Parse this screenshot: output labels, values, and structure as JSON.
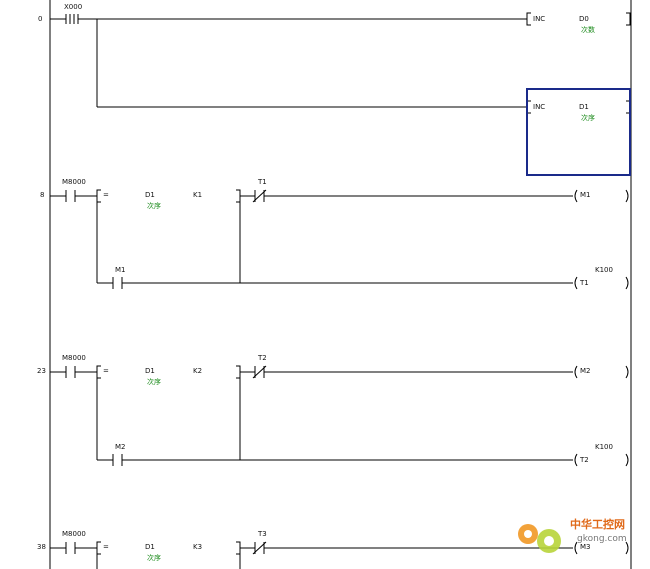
{
  "rungs": [
    {
      "step": "0",
      "contact_x000": "X000",
      "inc_1": {
        "op": "INC",
        "dev": "D0",
        "comment": "次数"
      },
      "inc_2": {
        "op": "INC",
        "dev": "D1",
        "comment": "次序"
      }
    },
    {
      "step": "8",
      "contact": "M8000",
      "cmp": {
        "op": "=",
        "dev": "D1",
        "comment": "次序",
        "k": "K1"
      },
      "nc_contact": "T1",
      "coil": "M1",
      "hold_contact": "M1",
      "timer": {
        "dev": "T1",
        "k": "K100"
      }
    },
    {
      "step": "23",
      "contact": "M8000",
      "cmp": {
        "op": "=",
        "dev": "D1",
        "comment": "次序",
        "k": "K2"
      },
      "nc_contact": "T2",
      "coil": "M2",
      "hold_contact": "M2",
      "timer": {
        "dev": "T2",
        "k": "K100"
      }
    },
    {
      "step": "38",
      "contact": "M8000",
      "cmp": {
        "op": "=",
        "dev": "D1",
        "comment": "次序",
        "k": "K3"
      },
      "nc_contact": "T3",
      "coil": "M3"
    }
  ],
  "watermark": {
    "cn": "中华工控网",
    "en": "gkong.com"
  }
}
